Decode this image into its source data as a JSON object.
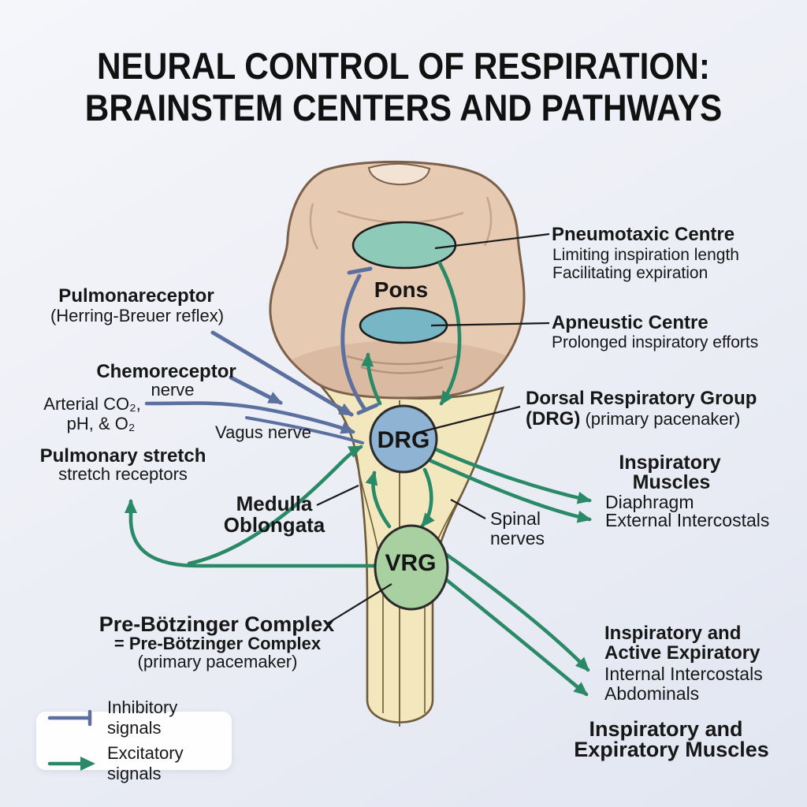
{
  "title": {
    "line1": "NEURAL CONTROL OF RESPIRATION:",
    "line2": "BRAINSTEM CENTERS AND PATHWAYS"
  },
  "brainstem": {
    "pons_label": "Pons",
    "drg_label": "DRG",
    "vrg_label": "VRG"
  },
  "left_labels": {
    "pulmonareceptor": {
      "title": "Pulmonareceptor",
      "sub": "(Herring-Breuer reflex)"
    },
    "chemoreceptor": {
      "title": "Chemoreceptor",
      "sub": "nerve"
    },
    "arterial": {
      "line1": "Arterial CO₂,",
      "line2": "pH, & O₂"
    },
    "vagus": "Vagus nerve",
    "pulmonary_stretch": {
      "title": "Pulmonary stretch",
      "sub": "stretch receptors"
    },
    "medulla": {
      "line1": "Medulla",
      "line2": "Oblongata"
    },
    "prebotzinger": {
      "title": "Pre-Bötzinger Complex",
      "sub": "= Pre-Bötzinger Complex",
      "sub2": "(primary pacemaker)"
    }
  },
  "right_labels": {
    "pneumotaxic": {
      "title": "Pneumotaxic Centre",
      "sub1": "Limiting inspiration length",
      "sub2": "Facilitating expiration"
    },
    "apneustic": {
      "title": "Apneustic Centre",
      "sub1": "Prolonged inspiratory efforts"
    },
    "drg": {
      "title": "Dorsal Respiratory Group",
      "title2": "(DRG)",
      "sub": "(primary pacenaker)"
    },
    "inspiratory_muscles": {
      "title1": "Inspiratory",
      "title2": "Muscles",
      "item1": "Diaphragm",
      "item2": "External Intercostals"
    },
    "spinal_nerves": {
      "line1": "Spinal",
      "line2": "nerves"
    },
    "active_expiratory": {
      "title1": "Inspiratory and",
      "title2": "Active Expiratory",
      "item1": "Internal Intercostals",
      "item2": "Abdominals"
    },
    "insp_exp_muscles": {
      "line1": "Inspiratory and",
      "line2": "Expiratory Muscles"
    }
  },
  "legend": {
    "inhibitory": "Inhibitory signals",
    "excitatory": "Excitatory signals"
  },
  "colors": {
    "background_top": "#f5f6fa",
    "background_bottom": "#e2e6f1",
    "pons_fill": "#e7cab2",
    "pons_outline": "#7a5f49",
    "notch_fill": "#f2e3d5",
    "medulla_fill": "#f3e7bd",
    "medulla_outline": "#6e5b3c",
    "pneumotaxic_fill": "#8ecab8",
    "apneustic_fill": "#76b6c5",
    "drg_fill": "#8fb3d2",
    "vrg_fill": "#a9d0a1",
    "inhibitory_signal": "#5c70a0",
    "excitatory_signal": "#2a8a68",
    "text": "#151515"
  }
}
